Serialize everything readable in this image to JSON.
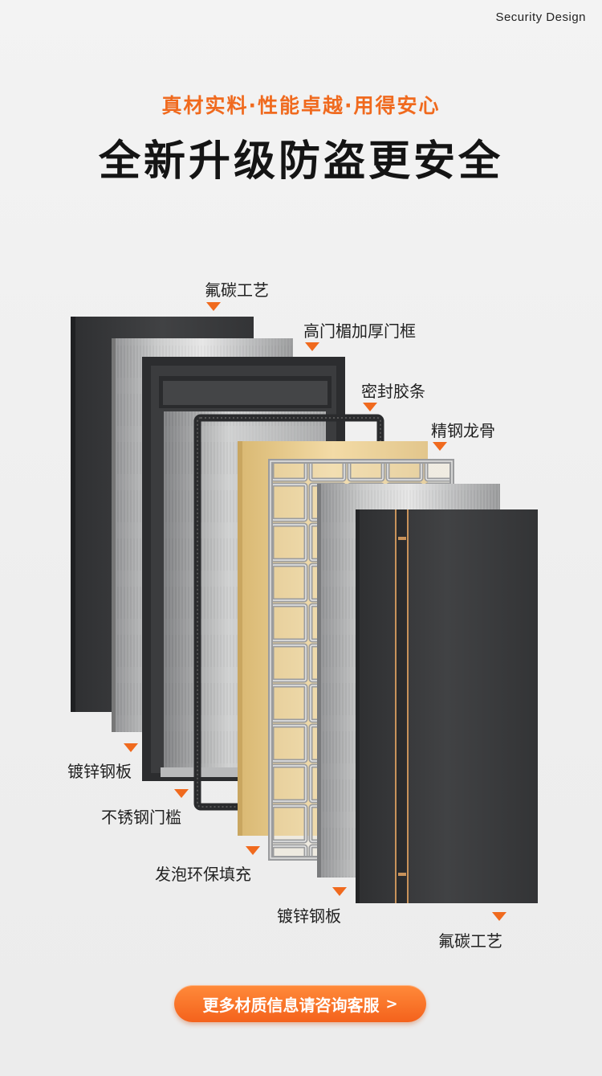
{
  "header": {
    "brand": "Security Design"
  },
  "headline": {
    "subtitle": "真材实料·性能卓越·用得安心",
    "title": "全新升级防盗更安全"
  },
  "layers": {
    "fluorocarbon_back": "氟碳工艺",
    "high_lintel_frame": "高门楣加厚门框",
    "seal_strip": "密封胶条",
    "steel_frame": "精钢龙骨",
    "galvanized_back": "镀锌钢板",
    "stainless_threshold": "不锈钢门槛",
    "foam_fill": "发泡环保填充",
    "galvanized_front": "镀锌钢板",
    "fluorocarbon_front": "氟碳工艺"
  },
  "cta": {
    "label": "更多材质信息请咨询客服",
    "chevron": ">"
  },
  "colors": {
    "accent": "#f06a1e",
    "foam": "#e8c98a",
    "dark_panel": "#3a3b3d"
  }
}
